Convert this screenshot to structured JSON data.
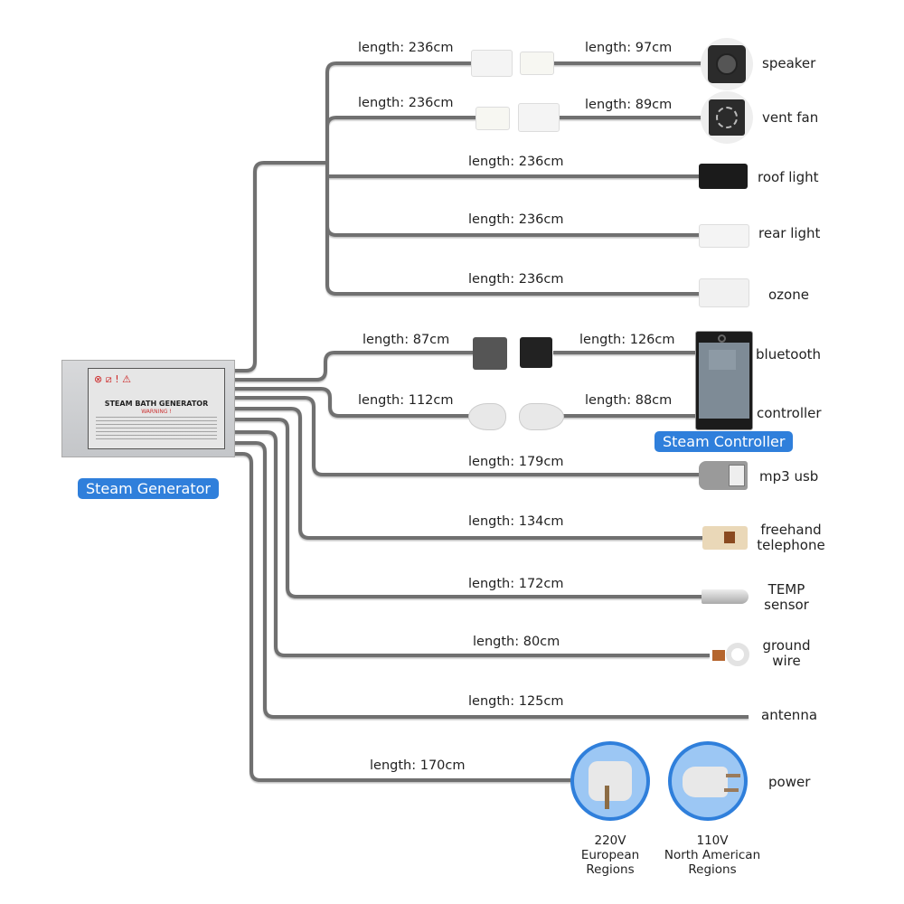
{
  "title": "Steam bath generator wiring diagram",
  "badges": {
    "generator": "Steam Generator",
    "controller": "Steam Controller"
  },
  "generator_panel": {
    "title": "STEAM BATH GENERATOR",
    "warning": "WARNING !"
  },
  "colors": {
    "badge_blue": "#2f7fdb",
    "wire_gray": "#6f6f6f",
    "plug_circle_fill": "#9cc7f4"
  },
  "cables": [
    {
      "id": "speaker",
      "length_label": "length: 236cm",
      "segment2_label": "length: 97cm",
      "device": "speaker",
      "icon": "speaker-icon"
    },
    {
      "id": "vent-fan",
      "length_label": "length: 236cm",
      "segment2_label": "length: 89cm",
      "device": "vent fan",
      "icon": "fan-icon"
    },
    {
      "id": "roof-light",
      "length_label": "length: 236cm",
      "device": "roof light",
      "icon": "black-connector-icon"
    },
    {
      "id": "rear-light",
      "length_label": "length: 236cm",
      "device": "rear light",
      "icon": "white-connector-icon"
    },
    {
      "id": "ozone",
      "length_label": "length: 236cm",
      "device": "ozone",
      "icon": "white-connector-icon"
    },
    {
      "id": "bluetooth",
      "length_label": "length: 87cm",
      "segment2_label": "length: 126cm",
      "device": "bluetooth",
      "icon": "multi-pin-connector-icon"
    },
    {
      "id": "controller",
      "length_label": "length: 112cm",
      "segment2_label": "length: 88cm",
      "device": "controller",
      "icon": "round-din-connector-icon"
    },
    {
      "id": "mp3-usb",
      "length_label": "length: 179cm",
      "device": "mp3 usb",
      "icon": "usb-icon"
    },
    {
      "id": "telephone",
      "length_label": "length: 134cm",
      "device_line1": "freehand",
      "device_line2": "telephone",
      "icon": "rj11-jack-icon"
    },
    {
      "id": "temp-sensor",
      "length_label": "length: 172cm",
      "device_line1": "TEMP",
      "device_line2": "sensor",
      "icon": "temp-probe-icon"
    },
    {
      "id": "ground-wire",
      "length_label": "length: 80cm",
      "device_line1": "ground",
      "device_line2": "wire",
      "icon": "ring-terminal-icon"
    },
    {
      "id": "antenna",
      "length_label": "length: 125cm",
      "device": "antenna"
    },
    {
      "id": "power",
      "length_label": "length: 170cm",
      "device": "power",
      "icon": "power-plug-icon"
    }
  ],
  "power_options": [
    {
      "voltage": "220V",
      "region_line1": "European",
      "region_line2": "Regions"
    },
    {
      "voltage": "110V",
      "region_line1": "North American",
      "region_line2": "Regions"
    }
  ]
}
